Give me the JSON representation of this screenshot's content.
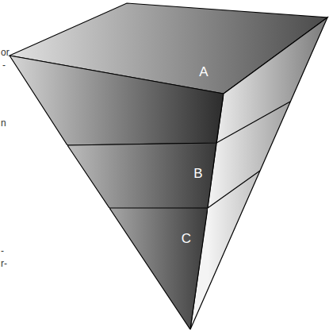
{
  "diagram": {
    "nodes": [
      {
        "text": [
          "A"
        ]
      },
      {
        "text": [
          "B"
        ]
      },
      {
        "text": [
          "C"
        ]
      }
    ],
    "labels": [
      "or",
      "-",
      "n",
      "-",
      "r-"
    ]
  }
}
